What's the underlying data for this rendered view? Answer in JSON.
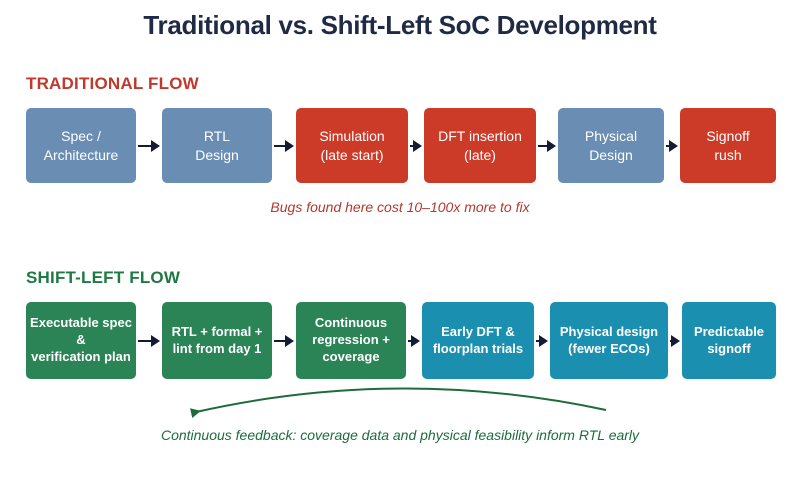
{
  "title": "Traditional vs. Shift-Left SoC Development",
  "traditional": {
    "label": "TRADITIONAL FLOW",
    "note": "Bugs found here cost 10–100x more to fix",
    "steps": [
      {
        "text": "Spec /\nArchitecture",
        "color": "#6a8db3"
      },
      {
        "text": "RTL\nDesign",
        "color": "#6a8db3"
      },
      {
        "text": "Simulation\n(late start)",
        "color": "#cc3a28"
      },
      {
        "text": "DFT insertion\n(late)",
        "color": "#cc3a28"
      },
      {
        "text": "Physical\nDesign",
        "color": "#6a8db3"
      },
      {
        "text": "Signoff\nrush",
        "color": "#cc3a28"
      }
    ]
  },
  "shift_left": {
    "label": "SHIFT-LEFT FLOW",
    "note": "Continuous feedback: coverage data and physical feasibility inform RTL early",
    "steps": [
      {
        "text": "Executable spec &\nverification plan",
        "color": "#2a8456"
      },
      {
        "text": "RTL + formal +\nlint from day 1",
        "color": "#2a8456"
      },
      {
        "text": "Continuous\nregression +\ncoverage",
        "color": "#2a8456"
      },
      {
        "text": "Early DFT &\nfloorplan trials",
        "color": "#1b8fb0"
      },
      {
        "text": "Physical design\n(fewer ECOs)",
        "color": "#1b8fb0"
      },
      {
        "text": "Predictable\nsignoff",
        "color": "#1b8fb0"
      }
    ]
  },
  "colors": {
    "arrow": "#141c33",
    "feedback_arrow": "#1e6b3c"
  }
}
